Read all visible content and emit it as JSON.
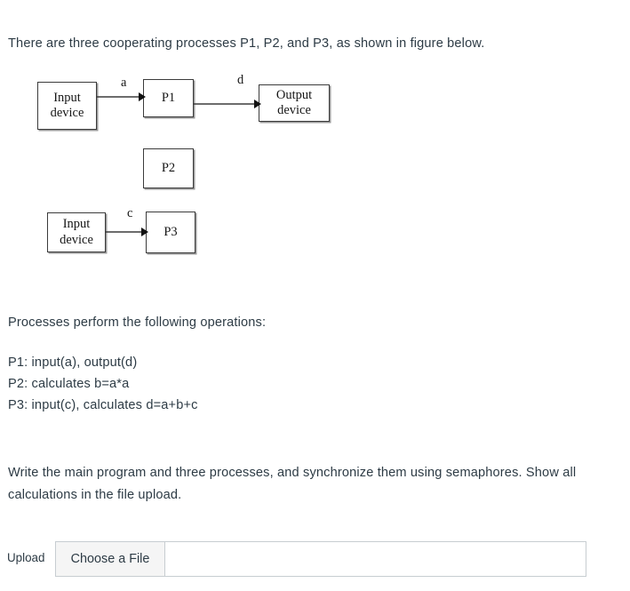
{
  "document": {
    "intro_paragraph": "There are three cooperating processes P1, P2, and P3, as shown in figure below.",
    "operations_heading": "Processes perform the following operations:",
    "operations": [
      "P1: input(a), output(d)",
      "P2: calculates b=a*a",
      "P3: input(c), calculates d=a+b+c"
    ],
    "instructions_paragraph": "Write the main program and three processes, and synchronize them using semaphores. Show all calculations in the file upload."
  },
  "diagram": {
    "boxes": {
      "input_device_1": "Input\ndevice",
      "p1": "P1",
      "output_device": "Output\ndevice",
      "p2": "P2",
      "input_device_2": "Input\ndevice",
      "p3": "P3"
    },
    "edge_labels": {
      "a": "a",
      "d": "d",
      "c": "c"
    },
    "stroke_color": "#3b3b3b",
    "shadow_color": "#9a9a9a"
  },
  "upload": {
    "label": "Upload",
    "button_label": "Choose a File",
    "file_name": "",
    "border_color": "#c7cdd1",
    "button_background": "#f5f5f5"
  },
  "theme": {
    "text_color": "#2d3b45",
    "background": "#ffffff"
  }
}
